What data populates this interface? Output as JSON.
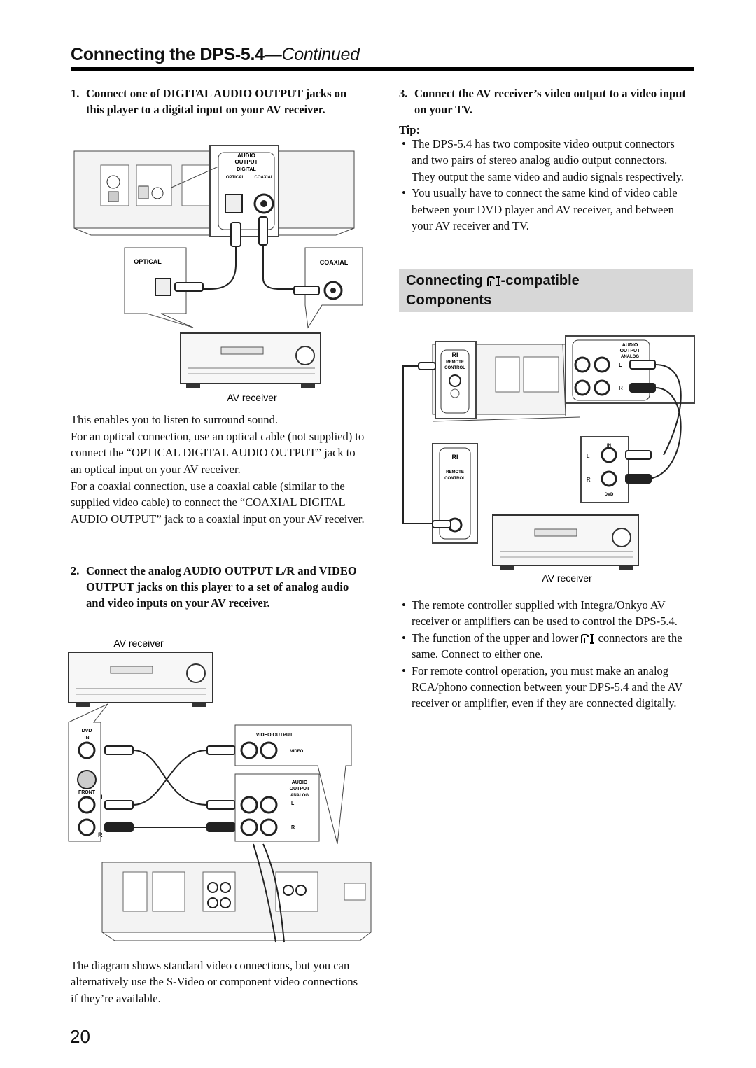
{
  "header": {
    "title_main": "Connecting the DPS-5.4",
    "title_cont": "—Continued"
  },
  "left": {
    "step1": {
      "num": "1.",
      "text": "Connect one of DIGITAL AUDIO OUTPUT jacks on this player to a digital input on your AV receiver."
    },
    "fig1": {
      "audio_output": [
        "AUDIO",
        "OUTPUT",
        "DIGITAL"
      ],
      "optical_coaxial": [
        "OPTICAL",
        "COAXIAL"
      ],
      "optical": "OPTICAL",
      "coaxial": "COAXIAL",
      "av_receiver": "AV receiver"
    },
    "para1": "This enables you to listen to surround sound.",
    "para2": "For an optical connection, use an optical cable (not supplied) to connect the “OPTICAL DIGITAL AUDIO OUTPUT” jack to an optical input on your AV receiver.",
    "para3": "For a coaxial connection, use a coaxial cable (similar to the supplied video cable) to connect the “COAXIAL DIGITAL AUDIO OUTPUT” jack to a coaxial input on your AV receiver.",
    "step2": {
      "num": "2.",
      "text": "Connect the analog AUDIO OUTPUT L/R and VIDEO OUTPUT jacks on this player to a set of analog audio and video inputs on your AV receiver."
    },
    "fig2": {
      "av_receiver": "AV receiver",
      "dvd": "DVD",
      "in": "IN",
      "front": "FRONT",
      "l": "L",
      "r": "R",
      "video_output": "VIDEO OUTPUT",
      "video": "VIDEO",
      "audio_output": [
        "AUDIO",
        "OUTPUT",
        "ANALOG"
      ]
    },
    "para4": "The diagram shows standard video connections, but you can alternatively use the S-Video or component video connections if they’re available."
  },
  "right": {
    "step3": {
      "num": "3.",
      "text": "Connect the AV receiver’s video output to a video input on your TV."
    },
    "tip_label": "Tip:",
    "tips": [
      "The DPS-5.4 has two composite video output connectors and two pairs of stereo analog audio output connectors. They output the same video and audio signals respectively.",
      "You usually have to connect the same kind of video cable between your DVD player and AV receiver, and between your AV receiver and TV."
    ],
    "section": {
      "line1_pre": "Connecting ",
      "line1_post": "-compatible",
      "line2": "Components"
    },
    "fig3": {
      "remote_control": [
        "REMOTE",
        "CONTROL"
      ],
      "audio_output": [
        "AUDIO",
        "OUTPUT",
        "ANALOG"
      ],
      "l": "L",
      "r": "R",
      "in": "IN",
      "dvd": "DVD",
      "av_receiver": "AV receiver"
    },
    "bullets": [
      "The remote controller supplied with Integra/Onkyo AV receiver or amplifiers can be used to control the DPS-5.4.",
      "connectors are the same. Connect to either one.",
      "For remote control operation, you must make an analog RCA/phono connection between your DPS-5.4 and the AV receiver or amplifier, even if they are connected digitally."
    ],
    "bullet2_pre": "The function of the upper and lower"
  },
  "page_number": "20"
}
